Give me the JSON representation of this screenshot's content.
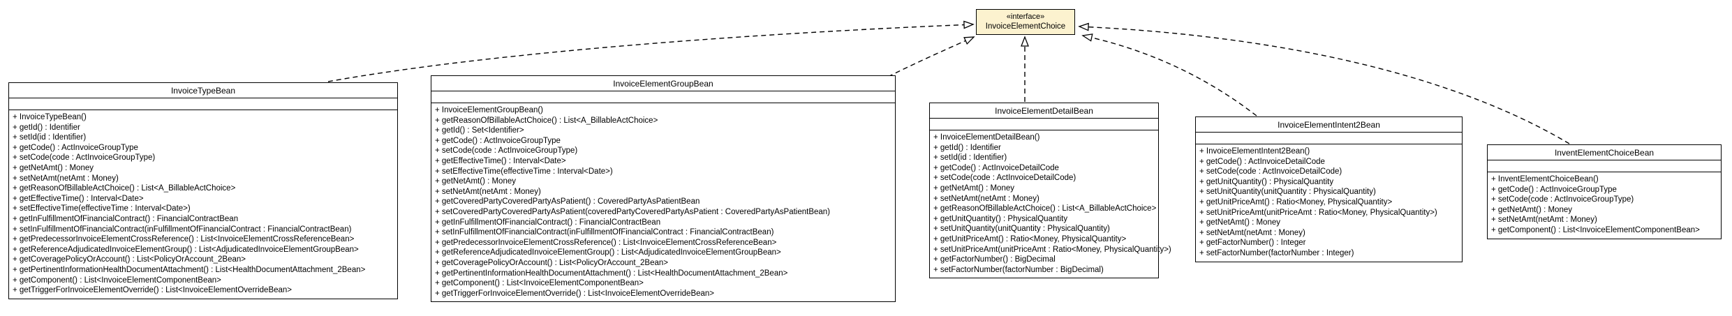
{
  "diagram": {
    "interface": {
      "stereotype": "«interface»",
      "name": "InvoiceElementChoice"
    },
    "classes": [
      {
        "name": "InvoiceTypeBean",
        "methods": [
          "+ InvoiceTypeBean()",
          "+ getId() : Identifier",
          "+ setId(id : Identifier)",
          "+ getCode() : ActInvoiceGroupType",
          "+ setCode(code : ActInvoiceGroupType)",
          "+ getNetAmt() : Money",
          "+ setNetAmt(netAmt : Money)",
          "+ getReasonOfBillableActChoice() : List<A_BillableActChoice>",
          "+ getEffectiveTime() : Interval<Date>",
          "+ setEffectiveTime(effectiveTime : Interval<Date>)",
          "+ getInFulfillmentOfFinancialContract() : FinancialContractBean",
          "+ setInFulfillmentOfFinancialContract(inFulfillmentOfFinancialContract : FinancialContractBean)",
          "+ getPredecessorInvoiceElementCrossReference() : List<InvoiceElementCrossReferenceBean>",
          "+ getReferenceAdjudicatedInvoiceElementGroup() : List<AdjudicatedInvoiceElementGroupBean>",
          "+ getCoveragePolicyOrAccount() : List<PolicyOrAccount_2Bean>",
          "+ getPertinentInformationHealthDocumentAttachment() : List<HealthDocumentAttachment_2Bean>",
          "+ getComponent() : List<InvoiceElementComponentBean>",
          "+ getTriggerForInvoiceElementOverride() : List<InvoiceElementOverrideBean>"
        ]
      },
      {
        "name": "InvoiceElementGroupBean",
        "methods": [
          "+ InvoiceElementGroupBean()",
          "+ getReasonOfBillableActChoice() : List<A_BillableActChoice>",
          "+ getId() : Set<Identifier>",
          "+ getCode() : ActInvoiceGroupType",
          "+ setCode(code : ActInvoiceGroupType)",
          "+ getEffectiveTime() : Interval<Date>",
          "+ setEffectiveTime(effectiveTime : Interval<Date>)",
          "+ getNetAmt() : Money",
          "+ setNetAmt(netAmt : Money)",
          "+ getCoveredPartyCoveredPartyAsPatient() : CoveredPartyAsPatientBean",
          "+ setCoveredPartyCoveredPartyAsPatient(coveredPartyCoveredPartyAsPatient : CoveredPartyAsPatientBean)",
          "+ getInFulfillmentOfFinancialContract() : FinancialContractBean",
          "+ setInFulfillmentOfFinancialContract(inFulfillmentOfFinancialContract : FinancialContractBean)",
          "+ getPredecessorInvoiceElementCrossReference() : List<InvoiceElementCrossReferenceBean>",
          "+ getReferenceAdjudicatedInvoiceElementGroup() : List<AdjudicatedInvoiceElementGroupBean>",
          "+ getCoveragePolicyOrAccount() : List<PolicyOrAccount_2Bean>",
          "+ getPertinentInformationHealthDocumentAttachment() : List<HealthDocumentAttachment_2Bean>",
          "+ getComponent() : List<InvoiceElementComponentBean>",
          "+ getTriggerForInvoiceElementOverride() : List<InvoiceElementOverrideBean>"
        ]
      },
      {
        "name": "InvoiceElementDetailBean",
        "methods": [
          "+ InvoiceElementDetailBean()",
          "+ getId() : Identifier",
          "+ setId(id : Identifier)",
          "+ getCode() : ActInvoiceDetailCode",
          "+ setCode(code : ActInvoiceDetailCode)",
          "+ getNetAmt() : Money",
          "+ setNetAmt(netAmt : Money)",
          "+ getReasonOfBillableActChoice() : List<A_BillableActChoice>",
          "+ getUnitQuantity() : PhysicalQuantity",
          "+ setUnitQuantity(unitQuantity : PhysicalQuantity)",
          "+ getUnitPriceAmt() : Ratio<Money, PhysicalQuantity>",
          "+ setUnitPriceAmt(unitPriceAmt : Ratio<Money, PhysicalQuantity>)",
          "+ getFactorNumber() : BigDecimal",
          "+ setFactorNumber(factorNumber : BigDecimal)"
        ]
      },
      {
        "name": "InvoiceElementIntent2Bean",
        "methods": [
          "+ InvoiceElementIntent2Bean()",
          "+ getCode() : ActInvoiceDetailCode",
          "+ setCode(code : ActInvoiceDetailCode)",
          "+ getUnitQuantity() : PhysicalQuantity",
          "+ setUnitQuantity(unitQuantity : PhysicalQuantity)",
          "+ getUnitPriceAmt() : Ratio<Money, PhysicalQuantity>",
          "+ setUnitPriceAmt(unitPriceAmt : Ratio<Money, PhysicalQuantity>)",
          "+ getNetAmt() : Money",
          "+ setNetAmt(netAmt : Money)",
          "+ getFactorNumber() : Integer",
          "+ setFactorNumber(factorNumber : Integer)"
        ]
      },
      {
        "name": "InventElementChoiceBean",
        "methods": [
          "+ InventElementChoiceBean()",
          "+ getCode() : ActInvoiceGroupType",
          "+ setCode(code : ActInvoiceGroupType)",
          "+ getNetAmt() : Money",
          "+ setNetAmt(netAmt : Money)",
          "+ getComponent() : List<InvoiceElementComponentBean>"
        ]
      }
    ],
    "colors": {
      "interface_fill": "#fcf2cf",
      "class_fill": "#ffffff",
      "line": "#000000"
    }
  }
}
